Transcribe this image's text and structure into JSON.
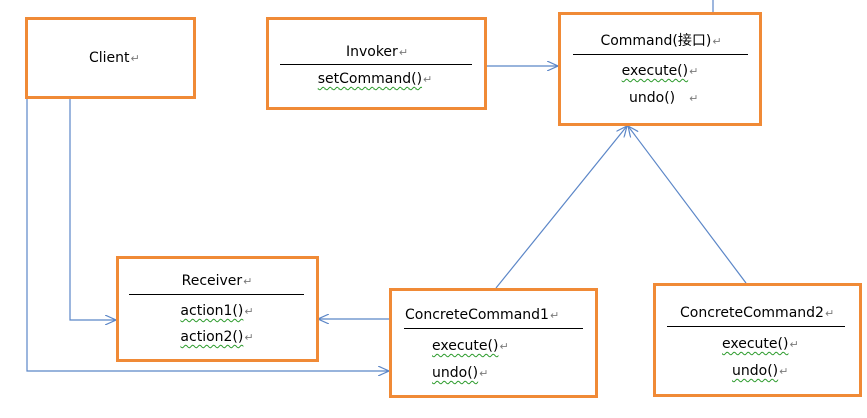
{
  "client": {
    "name": "Client"
  },
  "invoker": {
    "name": "Invoker",
    "methods": [
      "setCommand()"
    ]
  },
  "command": {
    "name": "Command(接口)",
    "methods": [
      "execute()",
      "undo()"
    ]
  },
  "receiver": {
    "name": "Receiver",
    "methods": [
      "action1()",
      "action2()"
    ]
  },
  "concrete1": {
    "name": "ConcreteCommand1",
    "methods": [
      "execute()",
      "undo()"
    ]
  },
  "concrete2": {
    "name": "ConcreteCommand2",
    "methods": [
      "execute()",
      "undo()"
    ]
  },
  "paragraph_mark": "↵",
  "colors": {
    "box_border": "#f08a36",
    "connector": "#5b86c7"
  }
}
